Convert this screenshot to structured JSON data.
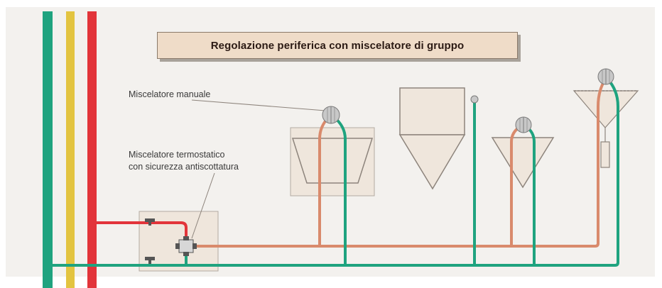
{
  "diagram": {
    "title": "Regolazione periferica con miscelatore di gruppo",
    "labels": {
      "manual_mixer": "Miscelatore manuale",
      "thermostatic_mixer_line1": "Miscelatore termostatico",
      "thermostatic_mixer_line2": "con sicurezza antiscottatura"
    },
    "colors": {
      "background": "#f3f1ee",
      "green_pipe": "#1fa37f",
      "yellow_pipe": "#e3c440",
      "red_pipe": "#e2343a",
      "mixed_pipe": "#d98a6c",
      "fixture_fill": "#efe6dc",
      "fixture_stroke": "#9a8f86",
      "valve_fill": "#bdbdbd"
    }
  }
}
